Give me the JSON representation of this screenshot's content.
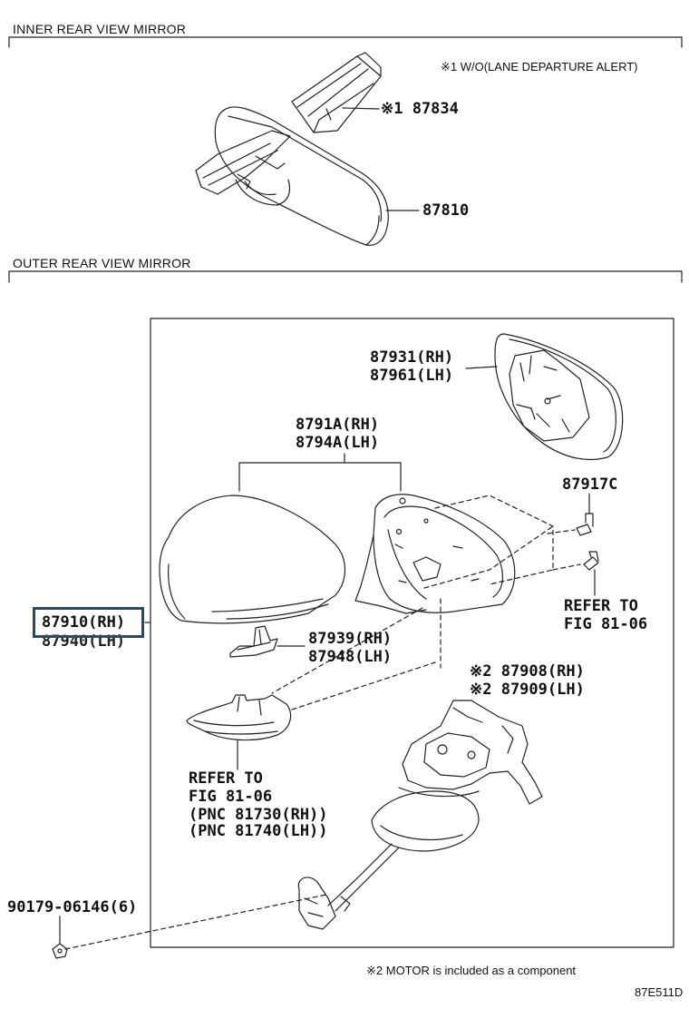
{
  "sections": {
    "inner": "INNER REAR VIEW MIRROR",
    "outer": "OUTER REAR VIEW MIRROR"
  },
  "notes": {
    "note1": "※1 W/O(LANE DEPARTURE ALERT)",
    "note2": "※2 MOTOR is included as a component",
    "diagram_code": "87E511D"
  },
  "parts": {
    "p87834": "※1 87834",
    "p87810": "87810",
    "p87931": "87931(RH)",
    "p87961": "87961(LH)",
    "p8791A": "8791A(RH)",
    "p8794A": "8794A(LH)",
    "p87917C": "87917C",
    "refer1_a": "REFER TO",
    "refer1_b": "FIG 81-06",
    "p87910": "87910(RH)",
    "p87940": "87940(LH)",
    "p87939": "87939(RH)",
    "p87948": "87948(LH)",
    "p87908": "※2 87908(RH)",
    "p87909": "※2 87909(LH)",
    "refer2_a": "REFER TO",
    "refer2_b": "FIG 81-06",
    "refer2_c": "(PNC 81730(RH))",
    "refer2_d": "(PNC 81740(LH))",
    "p90179": "90179-06146(6)"
  }
}
